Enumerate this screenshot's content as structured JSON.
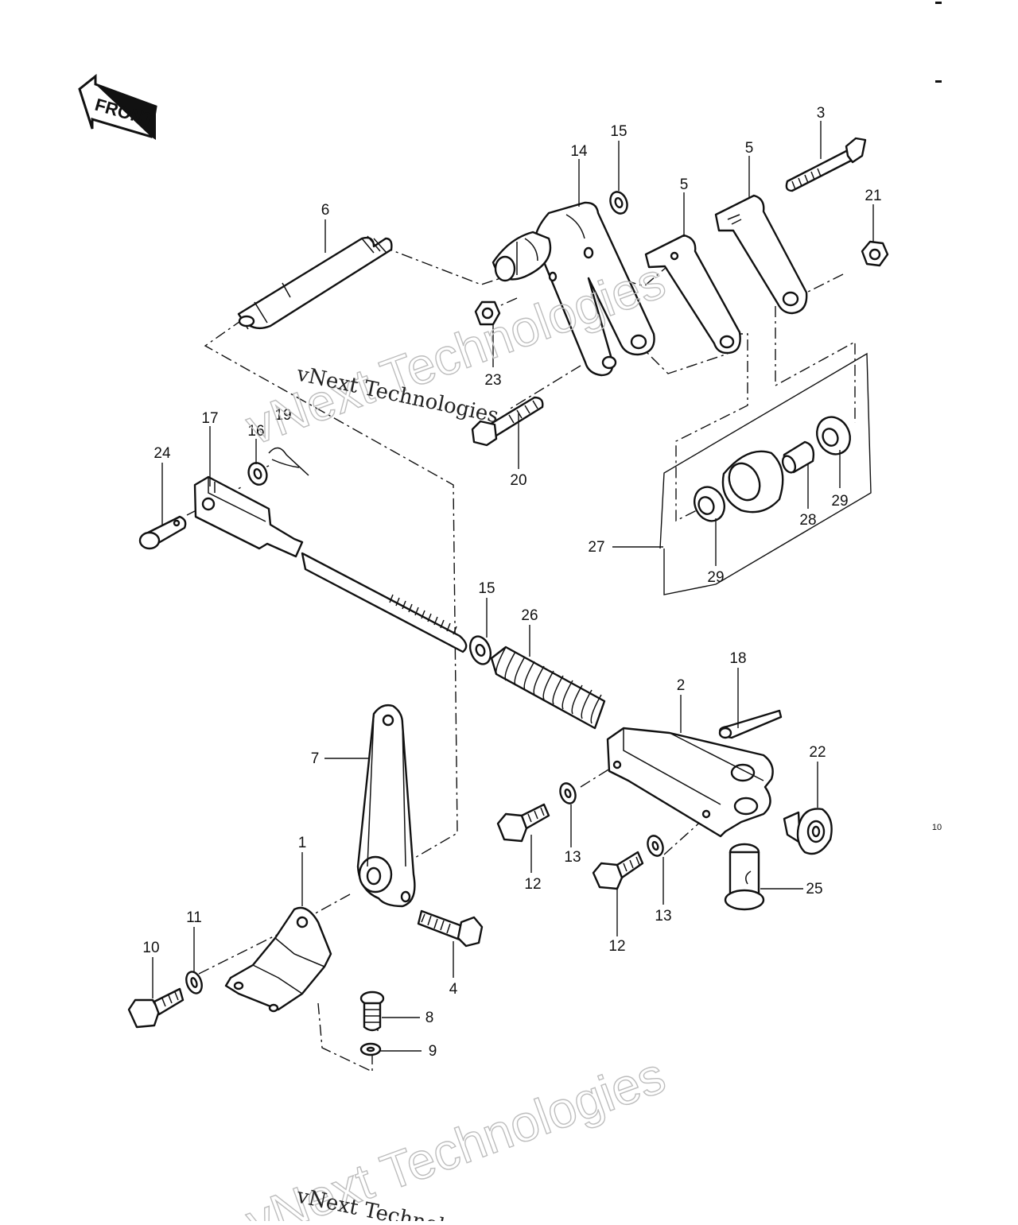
{
  "diagram": {
    "front_label": "FRONT",
    "corner_mark": "10",
    "watermark": {
      "big": "vNext Technologies",
      "small": "vNext Technologies"
    },
    "callouts": [
      {
        "id": "c1",
        "text": "1"
      },
      {
        "id": "c2",
        "text": "2"
      },
      {
        "id": "c3",
        "text": "3"
      },
      {
        "id": "c4",
        "text": "4"
      },
      {
        "id": "c5a",
        "text": "5"
      },
      {
        "id": "c5b",
        "text": "5"
      },
      {
        "id": "c6",
        "text": "6"
      },
      {
        "id": "c7",
        "text": "7"
      },
      {
        "id": "c8",
        "text": "8"
      },
      {
        "id": "c9",
        "text": "9"
      },
      {
        "id": "c10",
        "text": "10"
      },
      {
        "id": "c11",
        "text": "11"
      },
      {
        "id": "c12a",
        "text": "12"
      },
      {
        "id": "c12b",
        "text": "12"
      },
      {
        "id": "c13a",
        "text": "13"
      },
      {
        "id": "c13b",
        "text": "13"
      },
      {
        "id": "c14",
        "text": "14"
      },
      {
        "id": "c15a",
        "text": "15"
      },
      {
        "id": "c15b",
        "text": "15"
      },
      {
        "id": "c16",
        "text": "16"
      },
      {
        "id": "c17",
        "text": "17"
      },
      {
        "id": "c18",
        "text": "18"
      },
      {
        "id": "c19",
        "text": "19"
      },
      {
        "id": "c20",
        "text": "20"
      },
      {
        "id": "c21",
        "text": "21"
      },
      {
        "id": "c22",
        "text": "22"
      },
      {
        "id": "c23",
        "text": "23"
      },
      {
        "id": "c24",
        "text": "24"
      },
      {
        "id": "c25",
        "text": "25"
      },
      {
        "id": "c26",
        "text": "26"
      },
      {
        "id": "c27",
        "text": "27"
      },
      {
        "id": "c28",
        "text": "28"
      },
      {
        "id": "c29a",
        "text": "29"
      },
      {
        "id": "c29b",
        "text": "29"
      }
    ]
  }
}
